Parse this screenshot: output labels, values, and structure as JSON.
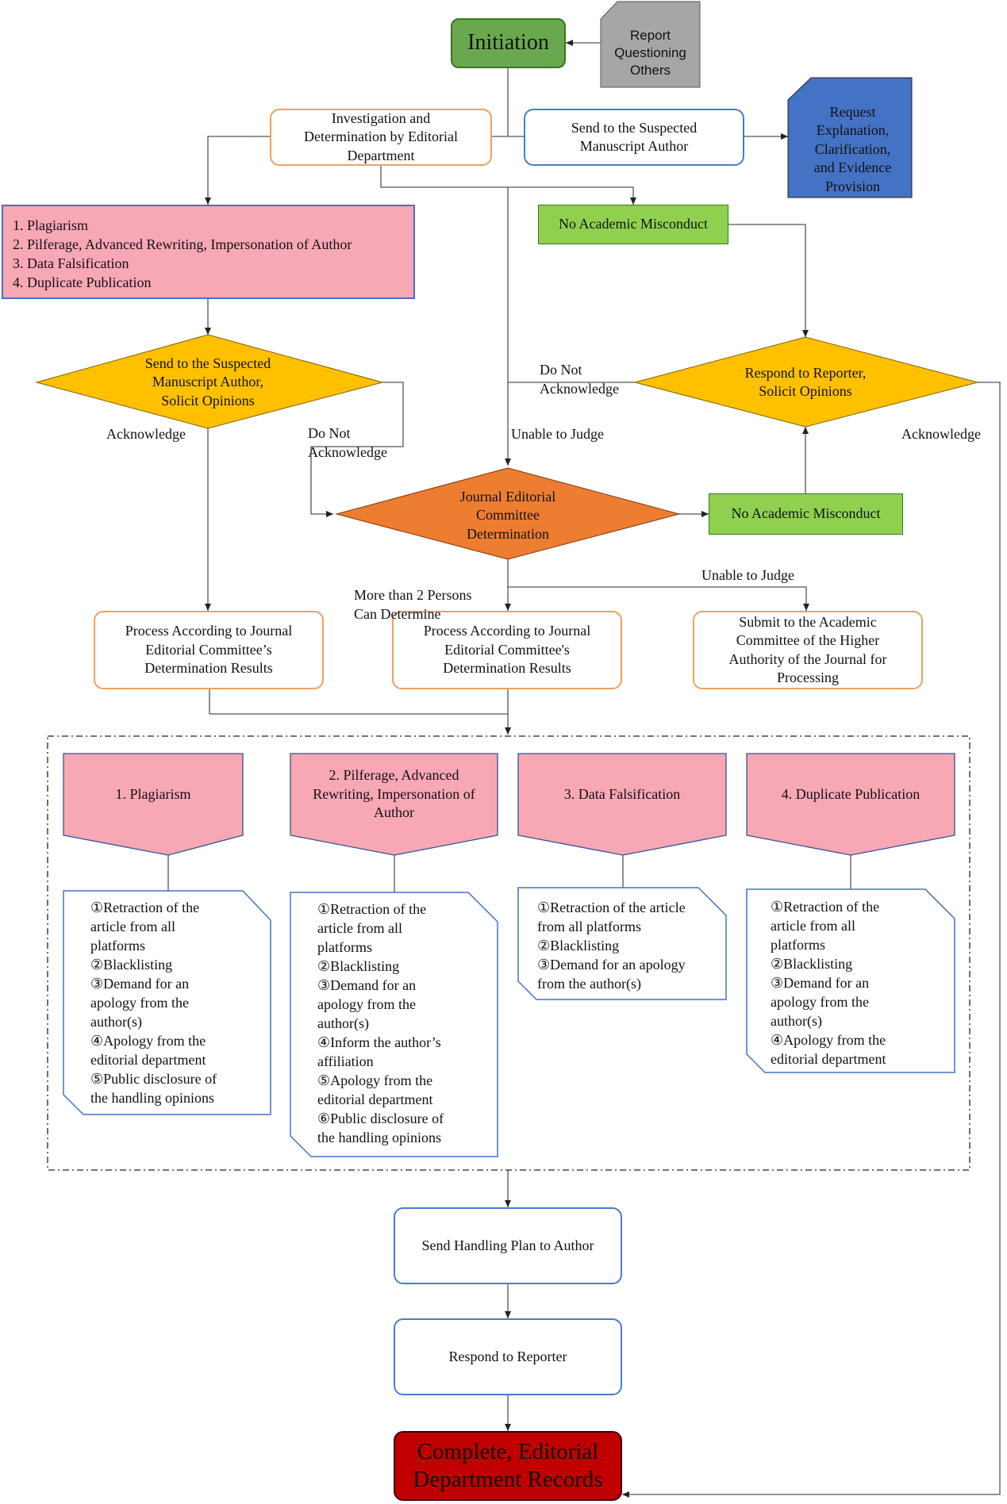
{
  "nodes": {
    "initiation": "Initiation",
    "report": "Report\nQuestioning\nOthers",
    "investigation": "Investigation and\nDetermination by Editorial\nDepartment",
    "send_suspected_top": "Send to the Suspected\nManuscript Author",
    "request_explanation": "Request\nExplanation,\nClarification,\nand Evidence\nProvision",
    "misconduct_list": [
      "1. Plagiarism",
      "2. Pilferage, Advanced Rewriting, Impersonation of Author",
      "3. Data Falsification",
      "4. Duplicate Publication"
    ],
    "no_misconduct_top": "No Academic Misconduct",
    "send_solicit": "Send to the Suspected\nManuscript Author,\nSolicit Opinions",
    "respond_solicit": "Respond to Reporter,\nSolicit Opinions",
    "committee": "Journal Editorial\nCommittee\nDetermination",
    "no_misconduct_mid": "No Academic Misconduct",
    "process_left": "Process According to Journal\nEditorial Committee’s\nDetermination Results",
    "process_mid": "Process According to Journal\nEditorial Committee's\nDetermination Results",
    "submit_higher": "Submit to the Academic\nCommittee of the Higher\nAuthority of the Journal for\nProcessing",
    "send_plan": "Send Handling Plan to Author",
    "respond_reporter": "Respond to Reporter",
    "complete": "Complete, Editorial\nDepartment Records"
  },
  "edge_labels": {
    "do_not_ack_top": "Do Not\nAcknowledge",
    "do_not_ack_left": "Do Not\nAcknowledge",
    "acknowledge_left": "Acknowledge",
    "acknowledge_right": "Acknowledge",
    "unable_top": "Unable to Judge",
    "more_than_two": "More than 2 Persons\nCan Determine",
    "unable_bottom": "Unable to Judge"
  },
  "categories": [
    {
      "title": "1. Plagiarism",
      "items": "①Retraction of the\narticle from all\nplatforms\n②Blacklisting\n③Demand for an\napology from the\nauthor(s)\n④Apology from the\neditorial department\n⑤Public disclosure of\nthe handling opinions"
    },
    {
      "title": "2. Pilferage, Advanced\nRewriting, Impersonation of\nAuthor",
      "items": "①Retraction of the\narticle from all\nplatforms\n②Blacklisting\n③Demand for an\napology from the\nauthor(s)\n④Inform the author’s\naffiliation\n⑤Apology from the\neditorial department\n⑥Public disclosure of\nthe handling opinions"
    },
    {
      "title": "3. Data Falsification",
      "items": "①Retraction of the article\nfrom all platforms\n②Blacklisting\n③Demand for an apology\nfrom the author(s)"
    },
    {
      "title": "4. Duplicate Publication",
      "items": "①Retraction of the\narticle from all\nplatforms\n②Blacklisting\n③Demand for an\napology from the\nauthor(s)\n④Apology from the\neditorial department"
    }
  ],
  "colors": {
    "green_dark": "#6aa84f",
    "green_light": "#8fd14f",
    "gray": "#a6a6a6",
    "blue": "#4472c4",
    "pink": "#f8a7b5",
    "gold": "#ffc000",
    "orange": "#ed7d31",
    "red": "#c00000"
  }
}
